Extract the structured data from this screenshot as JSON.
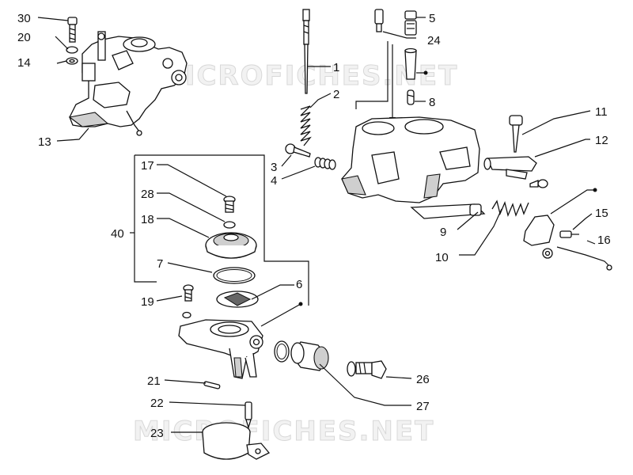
{
  "watermark": "MICROFICHES.NET",
  "callouts": {
    "c1": "1",
    "c2": "2",
    "c3": "3",
    "c4": "4",
    "c5": "5",
    "c6": "6",
    "c7": "7",
    "c8": "8",
    "c9": "9",
    "c10": "10",
    "c11": "11",
    "c12": "12",
    "c13": "13",
    "c14": "14",
    "c15": "15",
    "c16": "16",
    "c17": "17",
    "c18": "18",
    "c19": "19",
    "c20": "20",
    "c21": "21",
    "c22": "22",
    "c23": "23",
    "c24": "24",
    "c26": "26",
    "c27": "27",
    "c28": "28",
    "c30": "30",
    "c40": "40"
  }
}
